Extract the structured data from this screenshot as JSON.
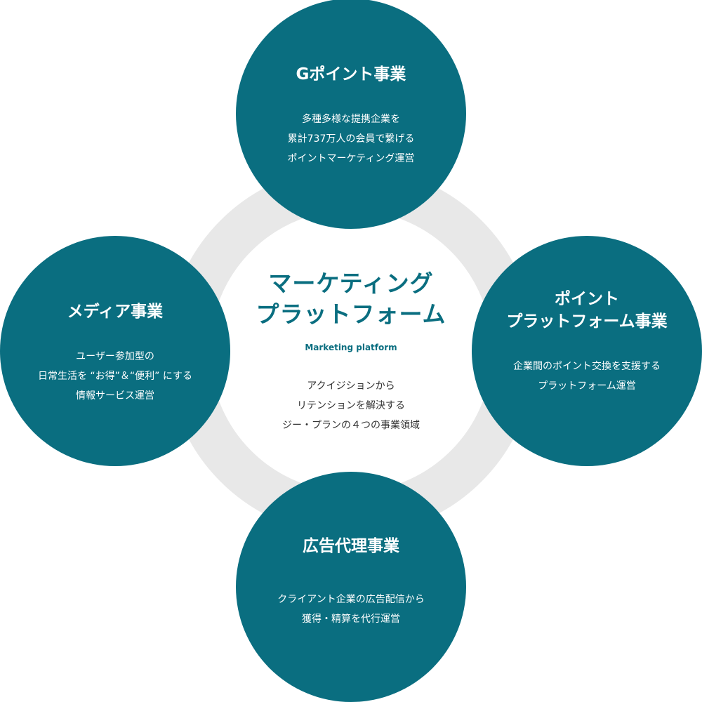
{
  "colors": {
    "accent": "#0a6e80",
    "ring": "#e8e8e8",
    "text_dark": "#333333",
    "background": "#ffffff"
  },
  "center": {
    "title": "マーケティング\nプラットフォーム",
    "subtitle": "Marketing platform",
    "description": "アクイジションから\nリテンションを解決する\nジー・プランの４つの事業領域"
  },
  "nodes": {
    "top": {
      "title": "Gポイント事業",
      "description": "多種多様な提携企業を\n累計737万人の会員で繋げる\nポイントマーケティング運営"
    },
    "left": {
      "title": "メディア事業",
      "description": "ユーザー参加型の\n日常生活を “お得”＆“便利” にする\n情報サービス運営"
    },
    "right": {
      "title": "ポイント\nプラットフォーム事業",
      "description": "企業間のポイント交換を支援する\nプラットフォーム運営"
    },
    "bottom": {
      "title": "広告代理事業",
      "description": "クライアント企業の広告配信から\n獲得・精算を代行運営"
    }
  }
}
